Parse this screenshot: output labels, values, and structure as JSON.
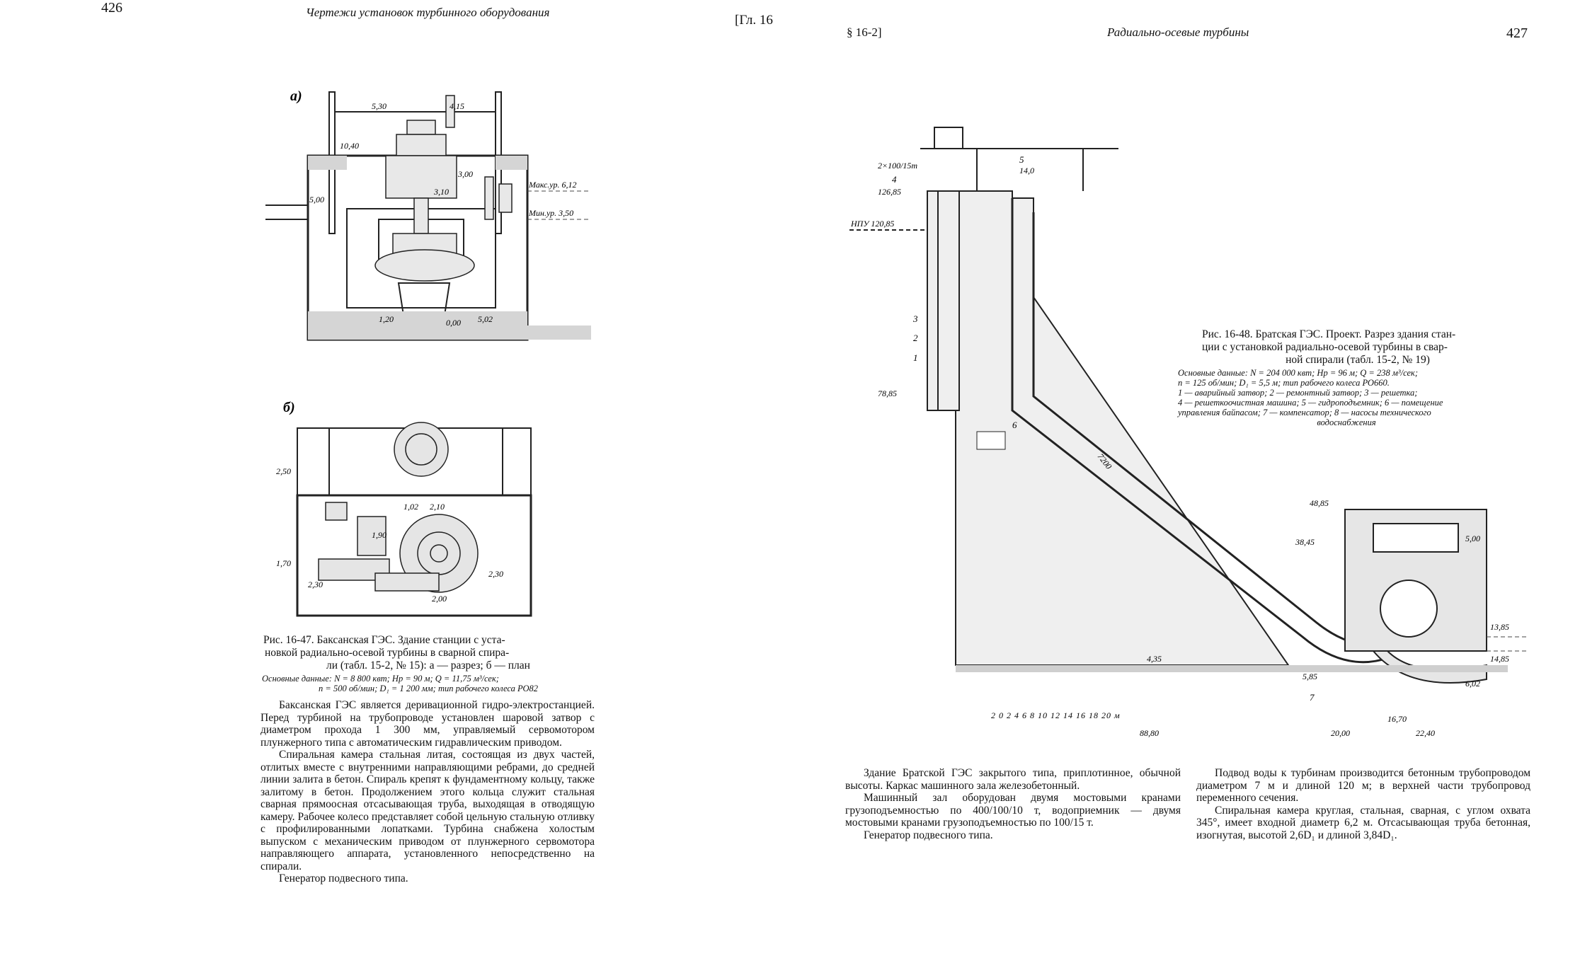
{
  "left_page": {
    "page_number": "426",
    "running_head": "Чертежи установок турбинного оборудования",
    "chapter_ref": "[Гл. 16",
    "figure": {
      "label_a": "а)",
      "label_b": "б)",
      "dims_a": [
        "5,30",
        "4,15",
        "10,40",
        "3,00",
        "3,10",
        "5,00",
        "1,20",
        "0,00",
        "5,02"
      ],
      "level_max": "Макс.ур. 6,12",
      "level_min": "Мин.ур. 3,50",
      "dims_b": [
        "2,50",
        "1,70",
        "1,02",
        "2,10",
        "1,90",
        "2,00",
        "2,30",
        "2,30"
      ],
      "caption_lines": [
        "Рис. 16-47. Баксанская ГЭС. Здание станции с уста-",
        "новкой радиально-осевой турбины в сварной спира-",
        "ли (табл. 15-2, № 15): а — разрез; б — план"
      ],
      "data_lines": [
        "Основные данные: N = 8 800 квт; Hр = 90 м; Q = 11,75 м³/сек;",
        "n = 500 об/мин; D₁ = 1 200 мм; тип рабочего колеса РО82"
      ]
    },
    "paragraphs": [
      "Баксанская ГЭС является деривационной гидро-электростанцией. Перед турбиной на трубопроводе установлен шаровой затвор с диаметром прохода 1 300 мм, управляемый сервомотором плунжерного типа с автоматическим гидравлическим приводом.",
      "Спиральная камера стальная литая, состоящая из двух частей, отлитых вместе с внутренними направляющими ребрами, до средней линии залита в бетон. Спираль крепят к фундаментному кольцу, также залитому в бетон. Продолжением этого кольца служит стальная сварная прямоосная отсасывающая труба, выходящая в отводящую камеру. Рабочее колесо представляет собой цельную стальную отливку с профилированными лопатками. Турбина снабжена холостым выпуском с механическим приводом от плунжерного сервомотора направляющего аппарата, установленного непосредственно на спирали.",
      "Генератор подвесного типа."
    ]
  },
  "right_page": {
    "section_ref": "§ 16-2]",
    "running_head": "Радиально-осевые турбины",
    "page_number": "427",
    "figure": {
      "caption_lines": [
        "Рис. 16-48. Братская ГЭС. Проект. Разрез здания стан-",
        "ции с установкой радиально-осевой турбины в свар-",
        "ной спирали (табл. 15-2, № 19)"
      ],
      "data_lines": [
        "Основные данные: N = 204 000 квт; Hр = 96 м; Q = 238 м³/сек;",
        "n = 125 об/мин; D₁ = 5,5 м; тип рабочего колеса РО660.",
        "1 — аварийный затвор; 2 — ремонтный затвор; 3 — решетка;",
        "4 — решеткоочистная машина; 5 — гидроподъемник; 6 — помещение",
        "управления байпасом; 7 — компенсатор; 8 — насосы технического",
        "водоснабжения"
      ],
      "levels": [
        "НПУ 120,85",
        "126,85",
        "78,85",
        "48,85",
        "38,45",
        "13,85",
        "14,85",
        "5,00"
      ],
      "crane_label": "2×100/15т",
      "dims": [
        "14,0",
        "4,35",
        "5,85",
        "88,80",
        "20,00",
        "16,70",
        "22,40",
        "6,02",
        "7200"
      ],
      "scale_label": "2 0 2 4 6 8 10 12 14 16 18 20 м",
      "callouts": [
        "1",
        "2",
        "3",
        "4",
        "5",
        "6",
        "7"
      ]
    },
    "col1": [
      "Здание Братской ГЭС закрытого типа, приплотинное, обычной высоты. Каркас машинного зала железобетонный.",
      "Машинный зал оборудован двумя мостовыми кранами грузоподъемностью по 400/100/10 т, водоприемник — двумя мостовыми кранами грузоподъемностью по 100/15 т.",
      "Генератор подвесного типа."
    ],
    "col2": [
      "Подвод воды к турбинам производится бетонным трубопроводом диаметром 7 м и длиной 120 м; в верхней части трубопровод переменного сечения.",
      "Спиральная камера круглая, стальная, сварная, с углом охвата 345°, имеет входной диаметр 6,2 м. Отсасывающая труба бетонная, изогнутая, высотой 2,6D₁ и длиной 3,84D₁."
    ]
  }
}
